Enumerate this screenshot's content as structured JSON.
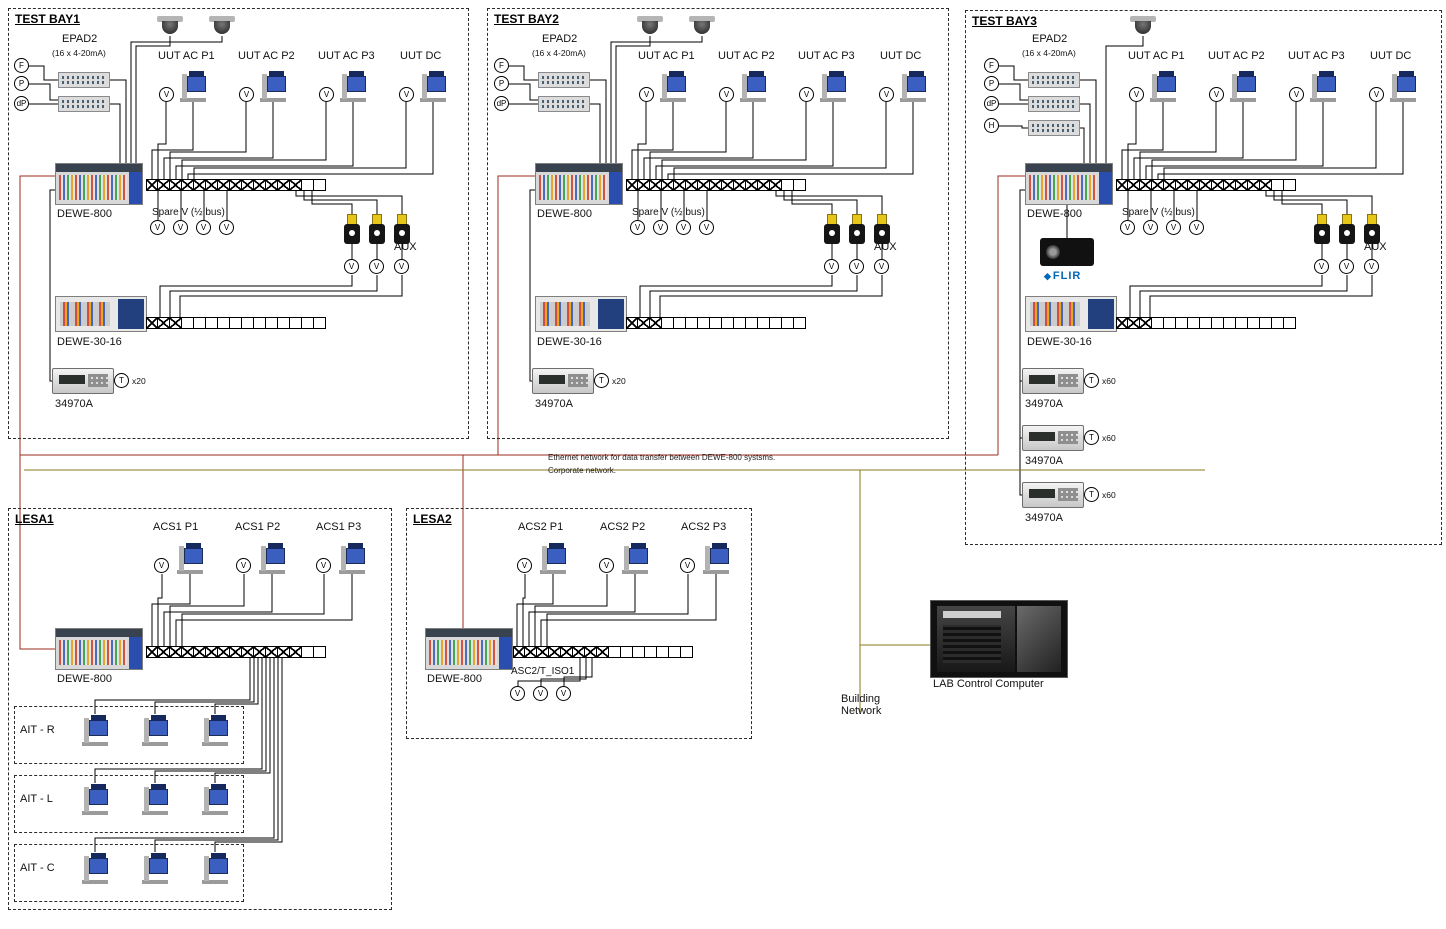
{
  "bays": [
    {
      "title": "TEST BAY1",
      "epad2": "EPAD2",
      "epad2_sub": "(16 x 4-20mA)",
      "sensors": {
        "f": "F",
        "p": "P",
        "dp": "dP"
      },
      "uut1": "UUT AC P1",
      "uut2": "UUT AC P2",
      "uut3": "UUT AC P3",
      "uut4": "UUT DC",
      "dewe800": "DEWE-800",
      "spare": "Spare V (½ bus)",
      "aux": "AUX",
      "dewe3016": "DEWE-30-16",
      "logger1": "34970A",
      "t_count": "x20"
    },
    {
      "title": "TEST BAY2",
      "epad2": "EPAD2",
      "epad2_sub": "(16 x 4-20mA)",
      "sensors": {
        "f": "F",
        "p": "P",
        "dp": "dP"
      },
      "uut1": "UUT AC P1",
      "uut2": "UUT AC P2",
      "uut3": "UUT AC P3",
      "uut4": "UUT DC",
      "dewe800": "DEWE-800",
      "spare": "Spare V (½ bus)",
      "aux": "AUX",
      "dewe3016": "DEWE-30-16",
      "logger1": "34970A",
      "t_count": "x20"
    },
    {
      "title": "TEST BAY3",
      "epad2": "EPAD2",
      "epad2_sub": "(16 x 4-20mA)",
      "sensors": {
        "f": "F",
        "p": "P",
        "dp": "dP",
        "h": "H"
      },
      "uut1": "UUT AC P1",
      "uut2": "UUT AC P2",
      "uut3": "UUT AC P3",
      "uut4": "UUT DC",
      "dewe800": "DEWE-800",
      "spare": "Spare V (½ bus)",
      "aux": "AUX",
      "flir": "FLIR",
      "dewe3016": "DEWE-30-16",
      "logger1": "34970A",
      "logger2": "34970A",
      "logger3": "34970A",
      "t_count": "x60"
    }
  ],
  "lesa1": {
    "title": "LESA1",
    "p1": "ACS1 P1",
    "p2": "ACS1 P2",
    "p3": "ACS1 P3",
    "dewe800": "DEWE-800",
    "ait_r": "AIT - R",
    "ait_l": "AIT - L",
    "ait_c": "AIT - C"
  },
  "lesa2": {
    "title": "LESA2",
    "p1": "ACS2 P1",
    "p2": "ACS2 P2",
    "p3": "ACS2 P3",
    "dewe800": "DEWE-800",
    "iso": "ASC2/T_ISO1"
  },
  "annotations": {
    "ethernet": "Ethernet network for data transfer between DEWE-800 systsms.",
    "corporate": "Corporate network.",
    "building": "Building\nNetwork",
    "lab_computer": "LAB Control Computer"
  },
  "symbols": {
    "v": "V",
    "t": "T"
  },
  "colors": {
    "ethernet_line": "#9c2b1e",
    "building_line": "#8a7a1a",
    "wire": "#000000",
    "transducer": "#3b5fc0",
    "clamp": "#e6c619"
  }
}
